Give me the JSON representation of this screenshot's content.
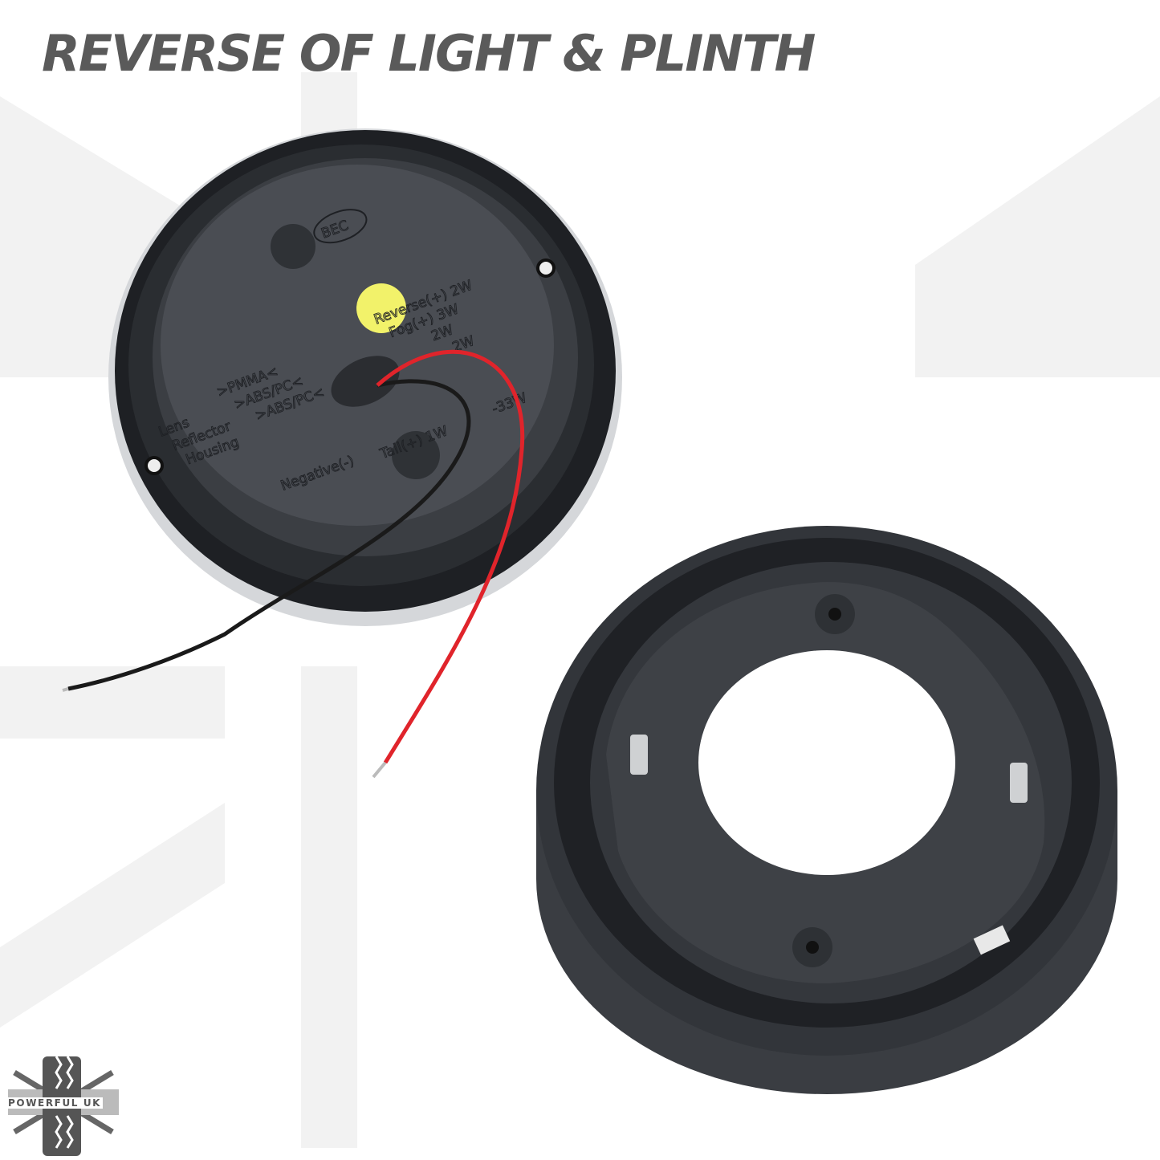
{
  "title": "REVERSE OF LIGHT & PLINTH",
  "light_markings": {
    "brand": "BEC",
    "materials": [
      {
        "part": "Lens",
        "material": ">PMMA<"
      },
      {
        "part": "Reflector",
        "material": ">ABS/PC<"
      },
      {
        "part": "Housing",
        "material": ">ABS/PC<"
      }
    ],
    "wiring": [
      "Reverse(+) 2W",
      "Fog(+) 3W",
      "2W",
      "2W"
    ],
    "tail": "Tail(+) 1W",
    "negative": "Negative(-)",
    "total": "-33W"
  },
  "colors": {
    "title": "#5a5a5a",
    "housing": "#2e3136",
    "plinth": "#3a3d42",
    "red_wire": "#e0242b",
    "black_wire": "#1a1a1a",
    "sticker": "#f2f26a"
  },
  "logo": {
    "text": "POWERFUL UK"
  }
}
